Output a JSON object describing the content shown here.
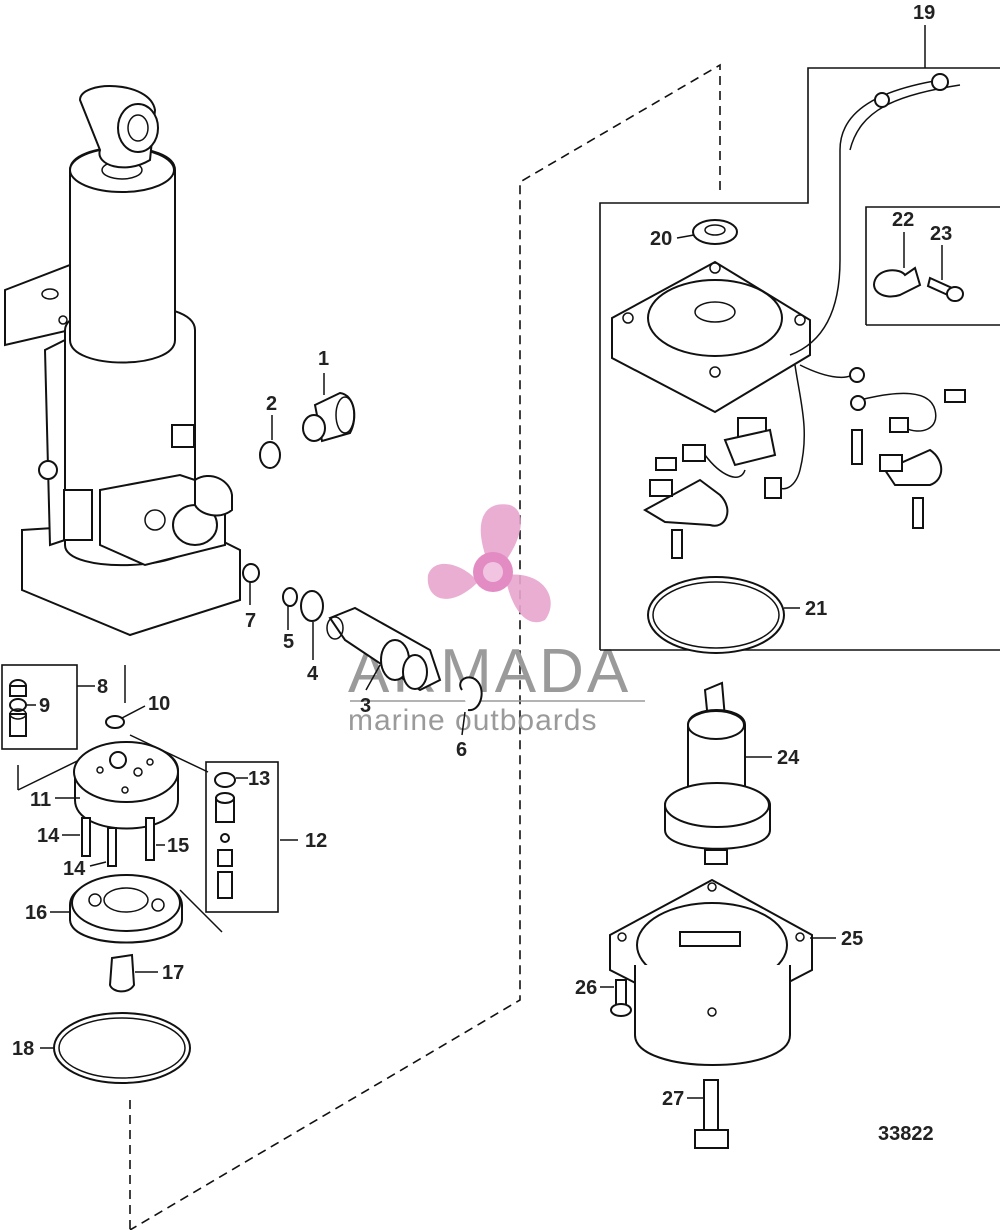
{
  "figure_number": "33822",
  "watermark": {
    "brand": "ARMADA",
    "tagline": "marine outboards",
    "logo_color": "#e8a6cf"
  },
  "callouts": {
    "c1": "1",
    "c2": "2",
    "c3": "3",
    "c4": "4",
    "c5": "5",
    "c6": "6",
    "c7": "7",
    "c8": "8",
    "c9": "9",
    "c10": "10",
    "c11": "11",
    "c12": "12",
    "c13": "13",
    "c14a": "14",
    "c14b": "14",
    "c15": "15",
    "c16": "16",
    "c17": "17",
    "c18": "18",
    "c19": "19",
    "c20": "20",
    "c21": "21",
    "c22": "22",
    "c23": "23",
    "c24": "24",
    "c25": "25",
    "c26": "26",
    "c27": "27"
  }
}
